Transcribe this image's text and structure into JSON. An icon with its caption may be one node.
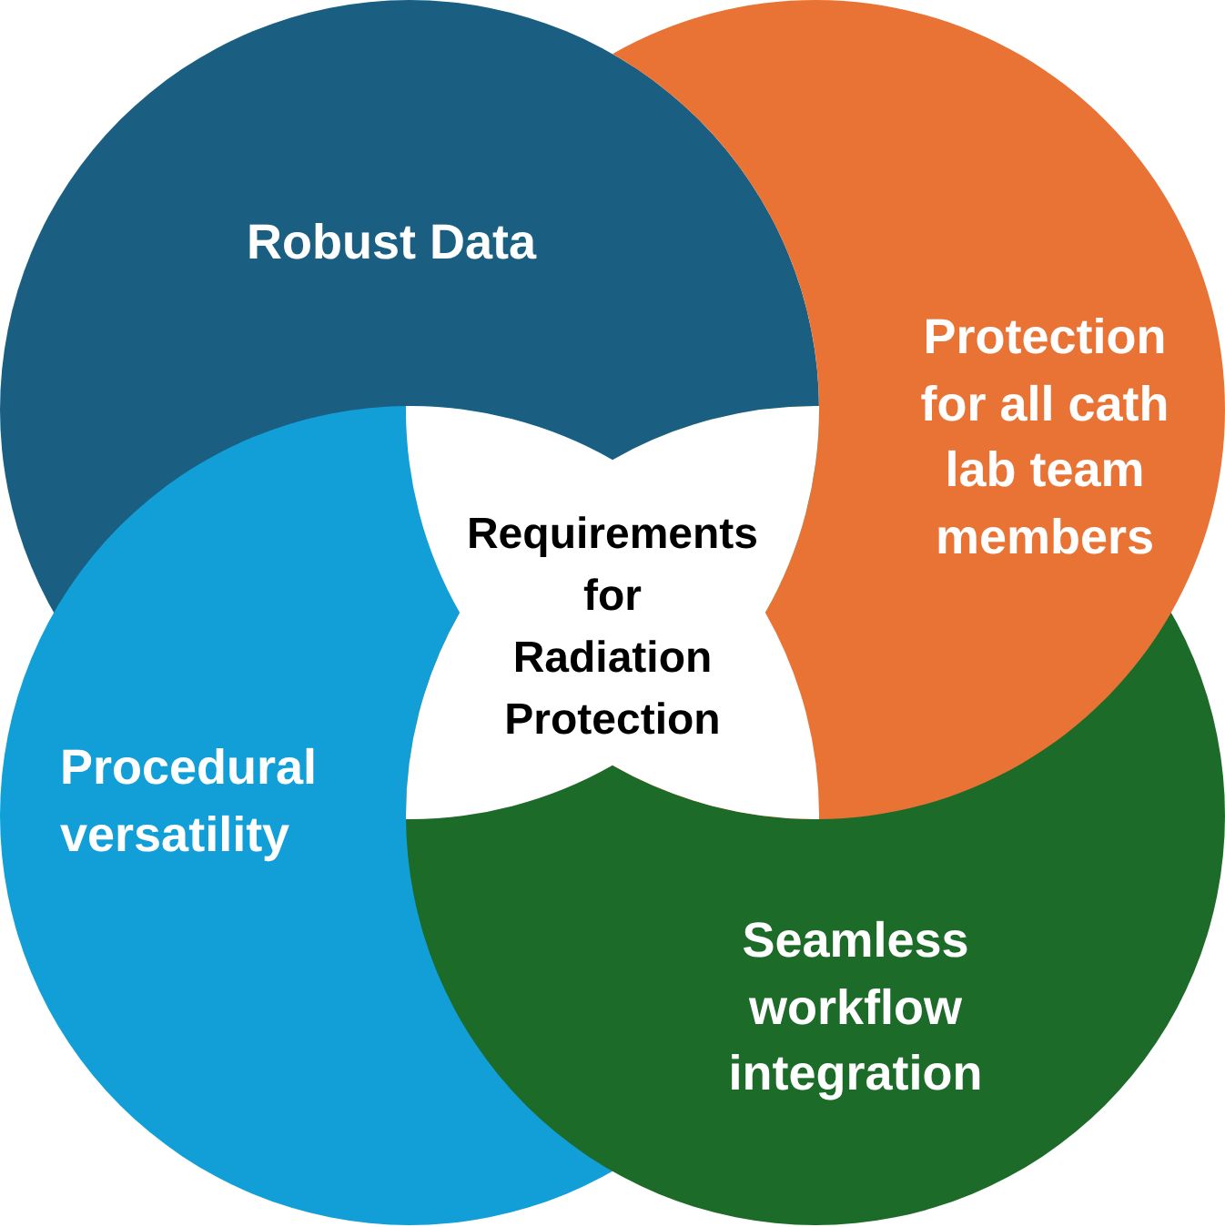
{
  "diagram": {
    "nodes": [
      {
        "text": [
          "Robust Data"
        ]
      },
      {
        "text": [
          "Protection for all cath lab team members"
        ]
      },
      {
        "text": [
          "Requirements for Radiation Protection"
        ]
      },
      {
        "text": [
          "Procedural versatility"
        ]
      },
      {
        "text": [
          "Seamless workflow integration"
        ]
      }
    ]
  }
}
